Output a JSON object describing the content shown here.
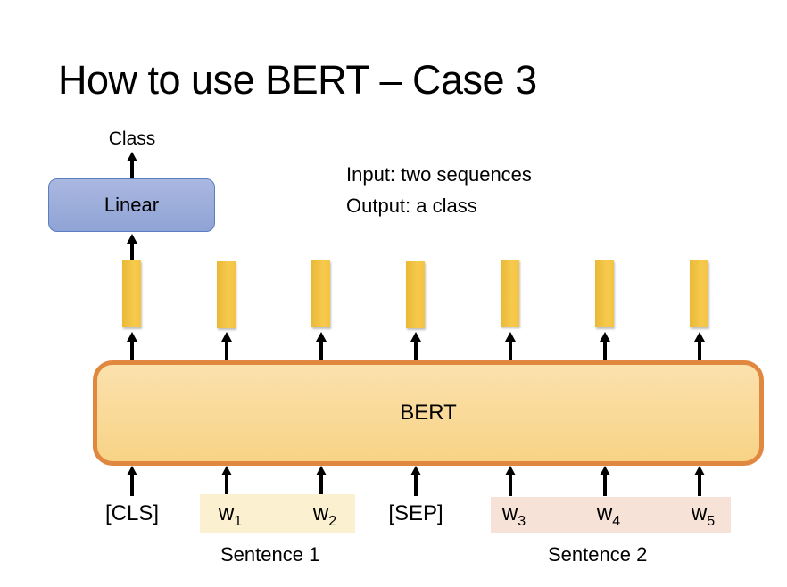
{
  "title": "How to use BERT – Case 3",
  "description": {
    "input": "Input: two sequences",
    "output": "Output: a class"
  },
  "output_label": "Class",
  "linear_label": "Linear",
  "bert_label": "BERT",
  "tokens": [
    {
      "text": "[CLS]",
      "sub": ""
    },
    {
      "text": "w",
      "sub": "1"
    },
    {
      "text": "w",
      "sub": "2"
    },
    {
      "text": "[SEP]",
      "sub": ""
    },
    {
      "text": "w",
      "sub": "3"
    },
    {
      "text": "w",
      "sub": "4"
    },
    {
      "text": "w",
      "sub": "5"
    }
  ],
  "sentences": {
    "sentence1": "Sentence 1",
    "sentence2": "Sentence 2"
  },
  "colors": {
    "linear_fill": "#9eaedb",
    "linear_border": "#5b7dc4",
    "bert_fill": "#f9da9b",
    "bert_border": "#e08740",
    "vector_fill": "#f2c444",
    "sentence1_highlight": "#fbf0cf",
    "sentence2_highlight": "#f6e2d6"
  }
}
